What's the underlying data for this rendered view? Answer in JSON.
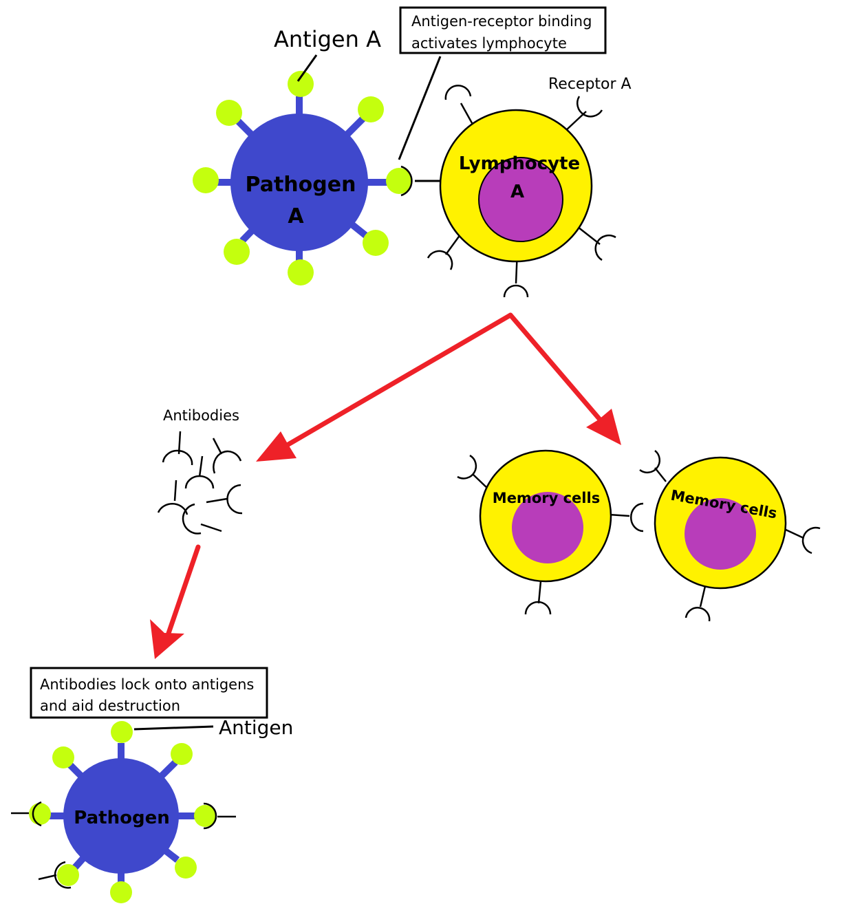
{
  "colors": {
    "pathogen": "#3f48cc",
    "antigen": "#c4ff0e",
    "lymphocyte_membrane": "#fff200",
    "nucleus": "#b83dba",
    "arrow": "#ee2128"
  },
  "top": {
    "antigen_label": "Antigen A",
    "pathogen_label_line1": "Pathogen",
    "pathogen_label_line2": "A",
    "binding_box_line1": "Antigen-receptor binding",
    "binding_box_line2": "activates lymphocyte",
    "receptor_label": "Receptor A",
    "lymphocyte_label_line1": "Lymphocyte",
    "lymphocyte_label_line2": "A"
  },
  "middle": {
    "antibodies_label": "Antibodies",
    "memory_cell_1_label": "Memory cells",
    "memory_cell_2_label": "Memory cells"
  },
  "bottom": {
    "destruction_box_line1": "Antibodies lock onto antigens",
    "destruction_box_line2": "and aid destruction",
    "antigen_label": "Antigen",
    "pathogen_label": "Pathogen"
  }
}
